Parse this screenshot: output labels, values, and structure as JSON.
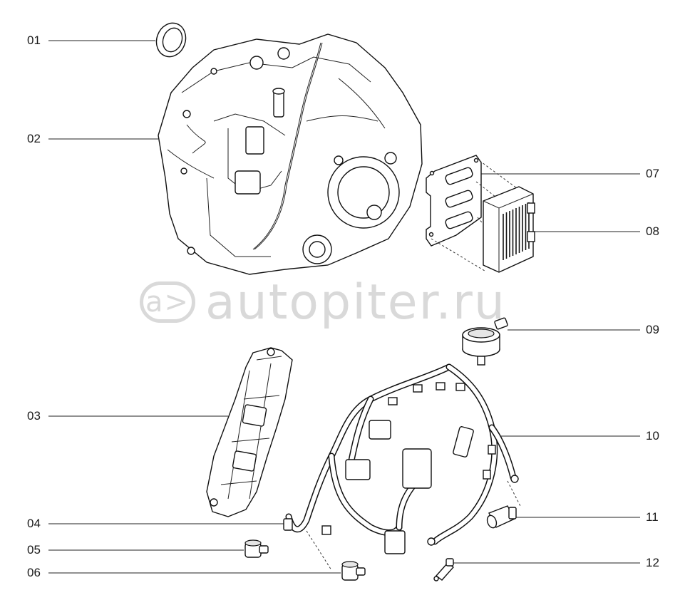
{
  "watermark": {
    "logo_text": "a>",
    "text": "autopiter.ru"
  },
  "callouts": [
    {
      "id": "01",
      "label": "01"
    },
    {
      "id": "02",
      "label": "02"
    },
    {
      "id": "03",
      "label": "03"
    },
    {
      "id": "04",
      "label": "04"
    },
    {
      "id": "05",
      "label": "05"
    },
    {
      "id": "06",
      "label": "06"
    },
    {
      "id": "07",
      "label": "07"
    },
    {
      "id": "08",
      "label": "08"
    },
    {
      "id": "09",
      "label": "09"
    },
    {
      "id": "10",
      "label": "10"
    },
    {
      "id": "11",
      "label": "11"
    },
    {
      "id": "12",
      "label": "12"
    }
  ]
}
